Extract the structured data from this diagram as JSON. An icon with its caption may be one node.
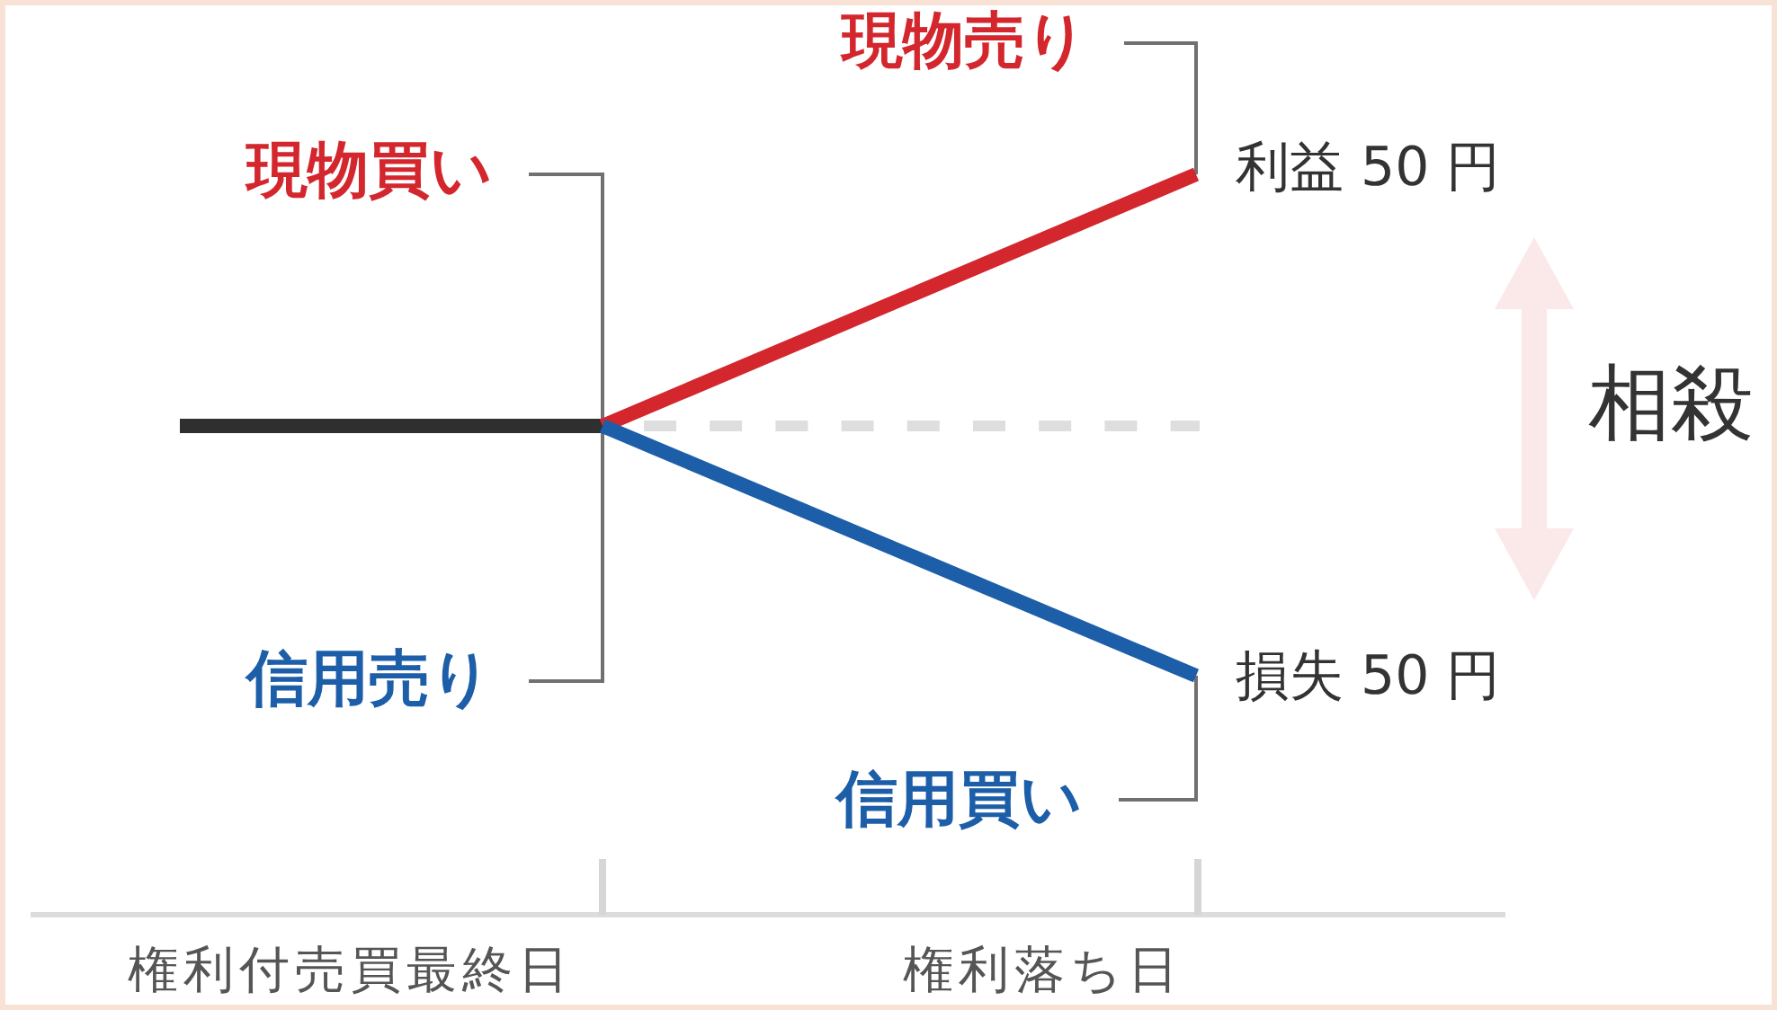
{
  "diagram": {
    "nodes": [
      {
        "text": [
          "現物売り"
        ]
      },
      {
        "text": [
          "現物買い"
        ]
      },
      {
        "text": [
          "信用売り"
        ]
      },
      {
        "text": [
          "信用買い"
        ]
      }
    ],
    "edges": [
      {
        "from": 0,
        "to": null,
        "arrow": "none"
      },
      {
        "from": 1,
        "to": null,
        "arrow": "none"
      },
      {
        "from": 2,
        "to": null,
        "arrow": "none"
      },
      {
        "from": 3,
        "to": null,
        "arrow": "none"
      }
    ],
    "labels": [
      "利益 50 円",
      "相殺",
      "損失 50 円",
      "権利付売買最終日",
      "権利落ち日"
    ]
  }
}
